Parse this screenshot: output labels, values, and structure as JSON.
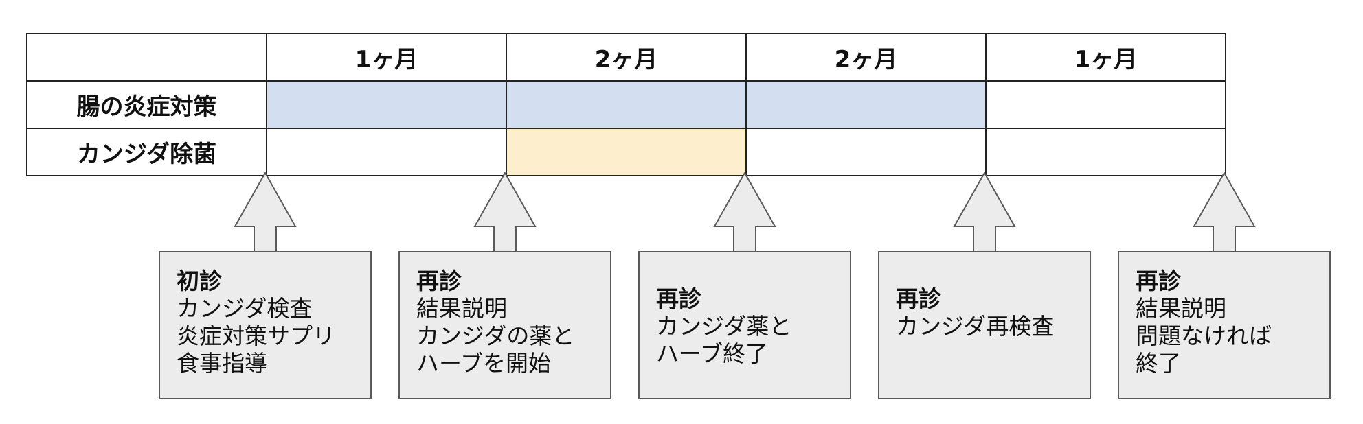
{
  "schedule": {
    "periods": [
      "1ヶ月",
      "2ヶ月",
      "2ヶ月",
      "1ヶ月"
    ],
    "rows": [
      {
        "label": "腸の炎症対策",
        "fill": [
          true,
          true,
          true,
          false
        ]
      },
      {
        "label": "カンジダ除菌",
        "fill": [
          false,
          true,
          false,
          false
        ]
      }
    ],
    "colors": {
      "row1_fill": "#d3dff0",
      "row2_fill": "#fdefcd",
      "box_fill": "#ececec",
      "border": "#222222"
    }
  },
  "visits": [
    {
      "title": "初診",
      "lines": [
        "カンジダ検査",
        "炎症対策サプリ",
        "食事指導"
      ]
    },
    {
      "title": "再診",
      "lines": [
        "結果説明",
        "カンジダの薬と",
        "ハーブを開始"
      ]
    },
    {
      "title": "再診",
      "lines": [
        "カンジダ薬と",
        "ハーブ終了"
      ]
    },
    {
      "title": "再診",
      "lines": [
        "カンジダ再検査"
      ]
    },
    {
      "title": "再診",
      "lines": [
        "結果説明",
        "問題なければ",
        "終了"
      ]
    }
  ]
}
